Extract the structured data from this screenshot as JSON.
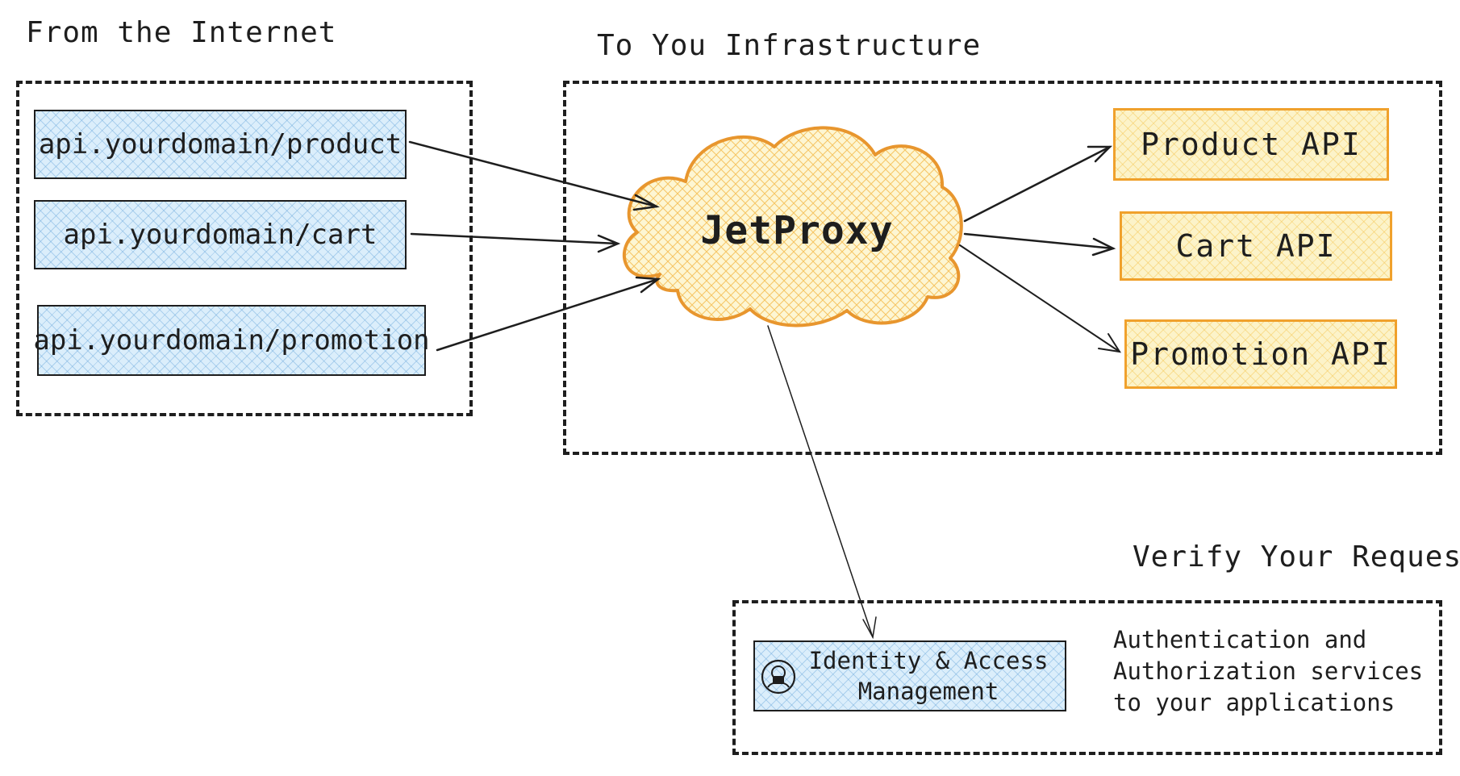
{
  "sections": {
    "internet_title": "From the Internet",
    "infra_title": "To You Infrastructure",
    "verify_title": "Verify Your Request"
  },
  "routes": [
    "api.yourdomain/product",
    "api.yourdomain/cart",
    "api.yourdomain/promotion"
  ],
  "proxy": {
    "label": "JetProxy"
  },
  "services": [
    "Product API",
    "Cart API",
    "Promotion API"
  ],
  "iam": {
    "line1": "Identity & Access",
    "line2": "Management"
  },
  "verify_description": [
    "Authentication and",
    "Authorization services",
    "to your applications"
  ],
  "colors": {
    "route_fill": "#dbeefb",
    "service_fill": "#fcf3c9",
    "service_stroke": "#f0a12c",
    "proxy_stroke": "#e8962e",
    "line": "#1e1e1e"
  }
}
